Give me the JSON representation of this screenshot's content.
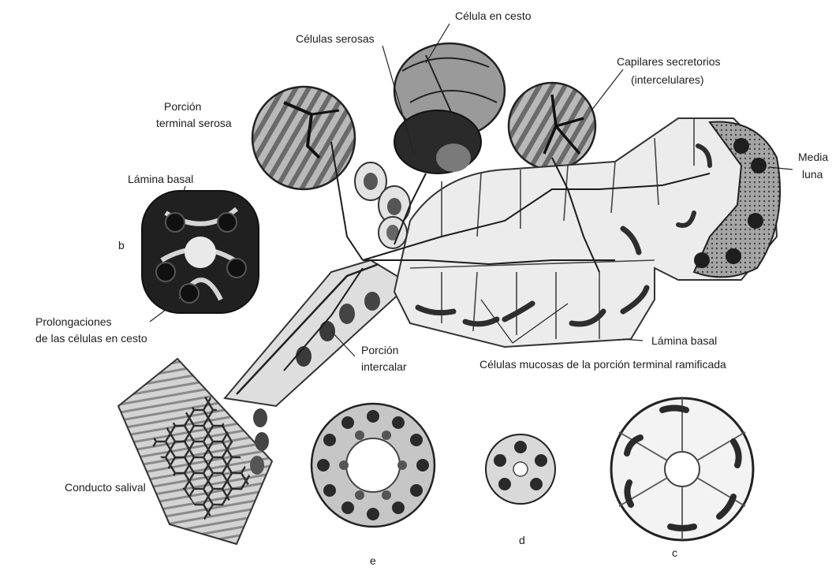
{
  "labels": {
    "celula_en_cesto": "Célula en cesto",
    "celulas_serosas": "Células serosas",
    "capilares_line1": "Capilares secretorios",
    "capilares_line2": "(intercelulares)",
    "porcion_terminal_line1": "Porción",
    "porcion_terminal_line2": "terminal serosa",
    "lamina_basal_top": "Lámina basal",
    "letter_b": "b",
    "media_luna_line1": "Media",
    "media_luna_line2": "luna",
    "prolongaciones_line1": "Prolongaciones",
    "prolongaciones_line2": "de las células en cesto",
    "porcion_intercalar_line1": "Porción",
    "porcion_intercalar_line2": "intercalar",
    "lamina_basal_bottom": "Lámina basal",
    "mucosas": "Células mucosas de la porción terminal ramificada",
    "conducto_salival": "Conducto salival",
    "letter_e": "e",
    "letter_d": "d",
    "letter_c": "c"
  },
  "colors": {
    "background": "#ffffff",
    "ink": "#1c1c1c",
    "serous": "#7a7a7a",
    "mucous": "#ececec",
    "nucleus": "#2a2a2a",
    "outline": "#333333"
  }
}
